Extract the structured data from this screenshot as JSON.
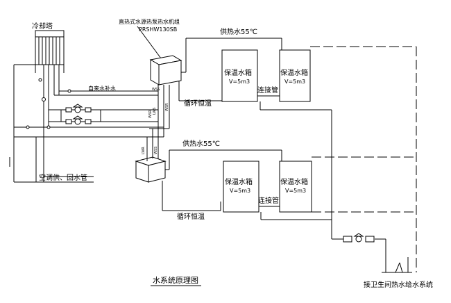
{
  "diagram": {
    "cooling_tower": "冷却塔",
    "heat_pump_unit_title": "直热式水源热泵热水机组",
    "heat_pump_model": "PRSHW130SB",
    "municipal_water": "自来水补水",
    "hot_water_supply_top": "供热水55℃",
    "hot_water_supply_bottom": "供热水55℃",
    "tank_label": "保温水箱",
    "tank_volume": "V=5m3",
    "connector_top": "连接管",
    "connector_bottom": "连接管",
    "circulation_top": "循环恒温",
    "circulation_bottom": "循环恒温",
    "ac_pipe": "空调供、回水管",
    "schematic_title": "水系统原理图",
    "hot_water_dest": "接卫生间热水给水系统",
    "small_tags": {
      "t1": "WSS",
      "t2": "WSR",
      "t3": "LWS",
      "t4": "LWR",
      "t5": "WSS",
      "t6": "WSR"
    }
  }
}
